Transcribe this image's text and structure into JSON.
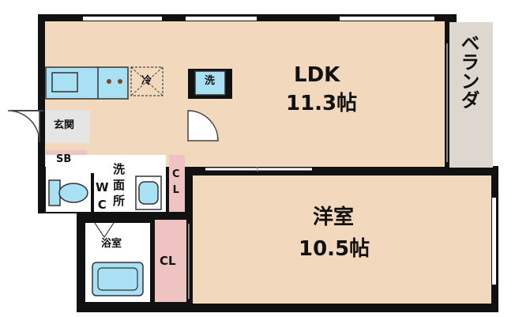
{
  "rooms": {
    "ldk": {
      "name": "LDK",
      "size": "11.3帖"
    },
    "western": {
      "name": "洋室",
      "size": "10.5帖"
    },
    "balcony": {
      "name": "ベランダ"
    },
    "entrance": {
      "name": "玄関"
    },
    "shoe_box": {
      "name": "SB"
    },
    "toilet": {
      "name": "W\nC"
    },
    "washroom": {
      "name": "洗\n面\n所"
    },
    "bath": {
      "name": "浴室"
    },
    "closet_small": {
      "name": "C\nL"
    },
    "closet_large": {
      "name": "CL"
    }
  },
  "fixtures": {
    "fridge": "冷",
    "washer": "洗",
    "washroom_mark": "洗"
  },
  "colors": {
    "room_fill": "#f2d9bd",
    "wet_fill": "#ffffff",
    "closet_fill": "#f0c3c3",
    "balcony_fill": "#ddd7cf",
    "fixture_blue": "#a9e0f4",
    "wall": "#111111"
  }
}
